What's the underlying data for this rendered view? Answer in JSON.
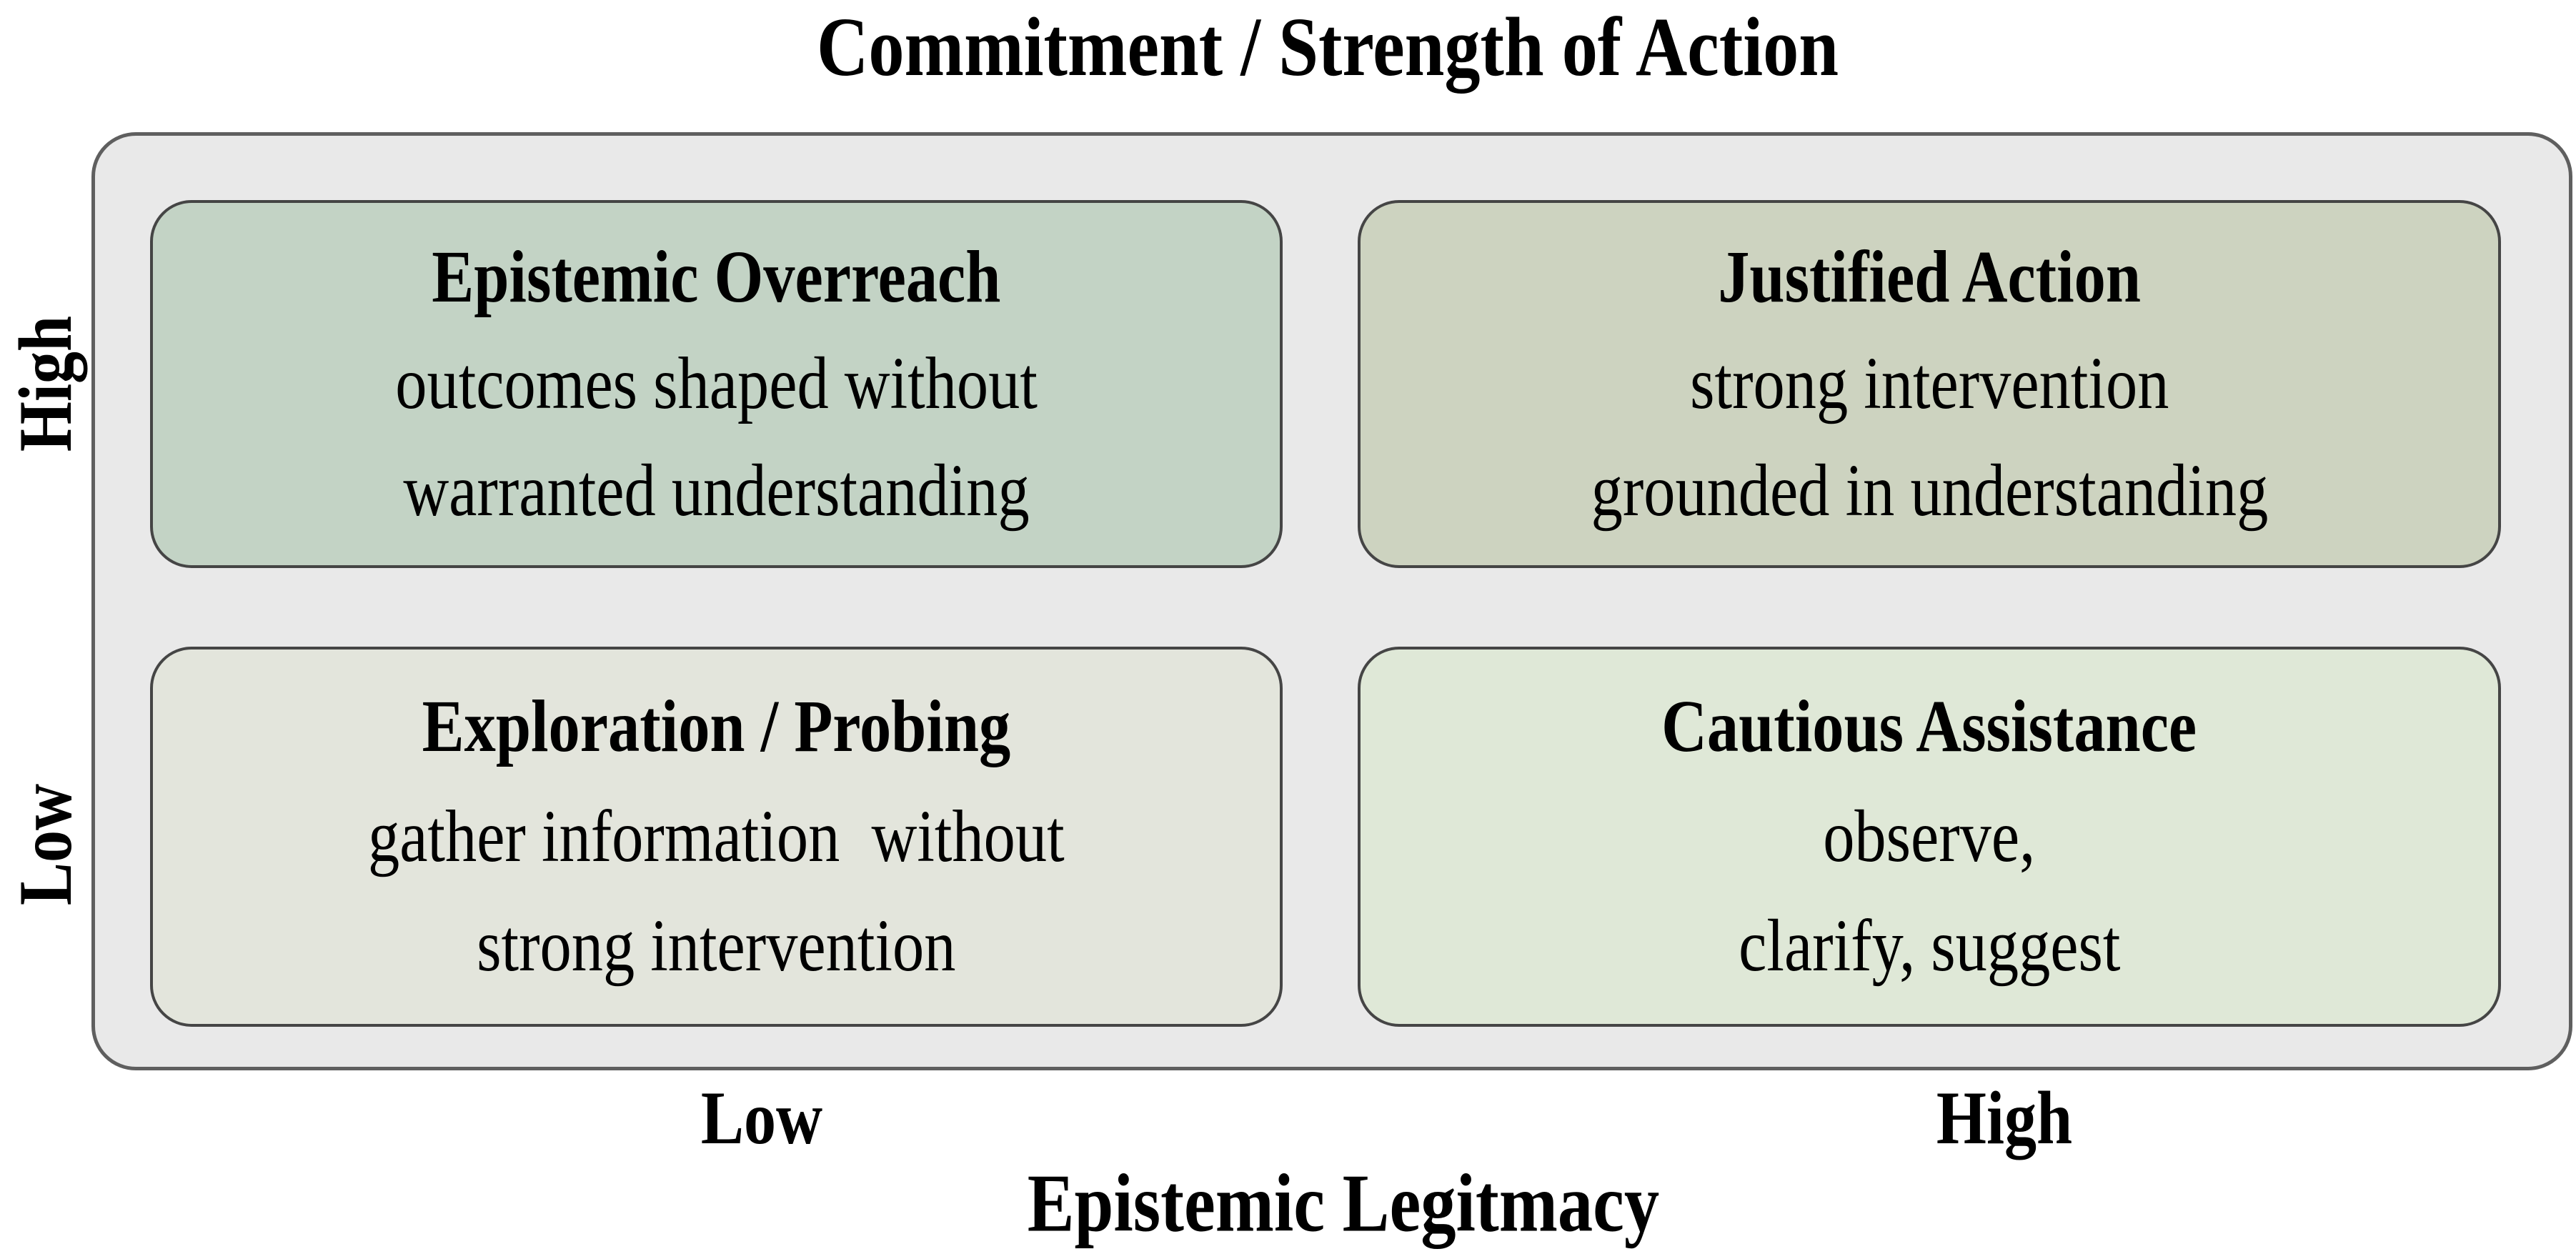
{
  "y_axis": {
    "title": "Commitment / Strength of Action",
    "high_label": "High",
    "low_label": "Low"
  },
  "x_axis": {
    "title": "Epistemic Legitmacy",
    "low_label": "Low",
    "high_label": "High"
  },
  "quadrants": {
    "top_left": {
      "heading": "Epistemic Overreach",
      "line1": "outcomes shaped without",
      "line2": "warranted understanding",
      "bg_color": "#c3d3c5"
    },
    "top_right": {
      "heading": "Justified Action",
      "line1": "strong intervention",
      "line2": "grounded in understanding",
      "bg_color": "#cdd3c0"
    },
    "bottom_left": {
      "heading": "Exploration / Probing",
      "line1": "gather information  without",
      "line2": "strong intervention",
      "bg_color": "#e3e5dc"
    },
    "bottom_right": {
      "heading": "Cautious Assistance",
      "line1": "observe,",
      "line2": "clarify, suggest",
      "bg_color": "#dfe8d7"
    }
  },
  "colors": {
    "page_bg": "#ffffff",
    "panel_bg": "#e9e9e9",
    "panel_border": "#5f5f5f",
    "box_border": "#454545",
    "text": "#000000"
  }
}
